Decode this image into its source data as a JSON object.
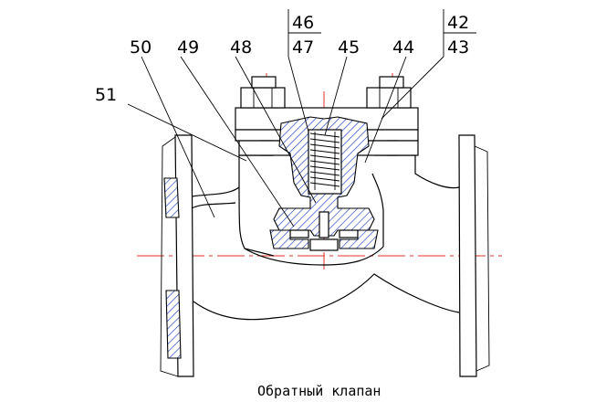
{
  "caption": "Обратный клапан",
  "callouts": {
    "c50": "50",
    "c49": "49",
    "c48": "48",
    "c45": "45",
    "c44": "44",
    "c51": "51",
    "c46": "46",
    "c47": "47",
    "c42": "42",
    "c43": "43"
  },
  "colors": {
    "outline": "#000000",
    "hatch": "#1f3fbf",
    "axis": "#e03030"
  }
}
